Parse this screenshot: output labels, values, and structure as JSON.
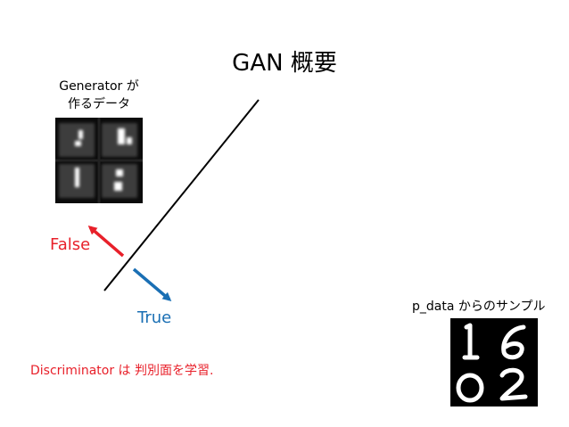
{
  "title": "GAN 概要",
  "generator": {
    "line1": "Generator が",
    "line2": "作るデータ"
  },
  "false_label": "False",
  "true_label": "True",
  "discriminator_text": "Discriminator は 判別面を学習.",
  "pdata_label": "p_data からのサンプル",
  "colors": {
    "false": "#e8202a",
    "true": "#1a6fb4",
    "line": "#000000",
    "text": "#000000"
  }
}
